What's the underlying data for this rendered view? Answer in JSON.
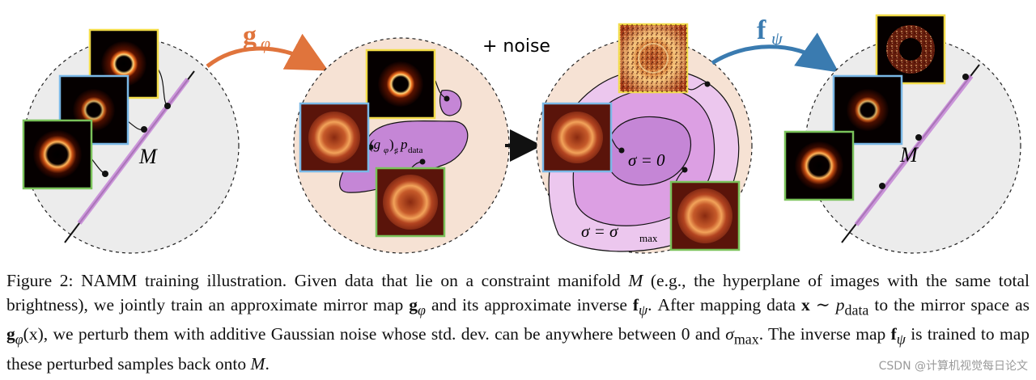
{
  "figure": {
    "map_forward_label": "g",
    "map_forward_sub": "φ",
    "map_inverse_label": "f",
    "map_inverse_sub": "ψ",
    "noise_label": "+ noise",
    "manifold_label_left": "M",
    "manifold_label_right": "M",
    "pushforward_label": "(g",
    "pushforward_sub": "φ",
    "pushforward_rest": ")",
    "pushforward_sharp": "♯",
    "pushforward_p": "p",
    "pushforward_pdata": "data",
    "sigma_zero": "σ = 0",
    "sigma_max_left": "σ = σ",
    "sigma_max_sub": "max"
  },
  "caption": {
    "l1a": "Figure 2: NAMM training illustration. Given data that lie on a constraint manifold ",
    "l1_m": "M",
    "l1b": " (e.g., the hyperplane of images",
    "l2a": "with the same total brightness), we jointly train an approximate mirror map ",
    "l2_g": "g",
    "l2_gsub": "φ",
    "l2b": " and its approximate inverse ",
    "l2_f": "f",
    "l2_fsub": "ψ",
    "l2c": ". After",
    "l3a": "mapping data ",
    "l3_x": "x",
    "l3_sim": " ∼ ",
    "l3_p": "p",
    "l3_psub": "data",
    "l3b": " to the mirror space as ",
    "l3_g": "g",
    "l3_gsub": "φ",
    "l3_gx": "(x)",
    "l3c": ", we perturb them with additive Gaussian noise whose std. dev. can",
    "l4a": "be anywhere between 0 and ",
    "l4_sigma": "σ",
    "l4_sigmasub": "max",
    "l4b": ". The inverse map ",
    "l4_f": "f",
    "l4_fsub": "ψ",
    "l4c": " is trained to map these perturbed samples back onto ",
    "l4_m": "M",
    "l4d": "."
  },
  "watermark": "CSDN @计算机视觉每日论文",
  "colors": {
    "forward_arrow": "#e0743c",
    "inverse_arrow": "#3a7bb0",
    "manifold": "#c586d6",
    "peach": "#f6e2d4",
    "grey": "#ececec",
    "yellow": "#f2dc4a",
    "blue": "#7ab8e6",
    "green": "#7ac25a"
  }
}
